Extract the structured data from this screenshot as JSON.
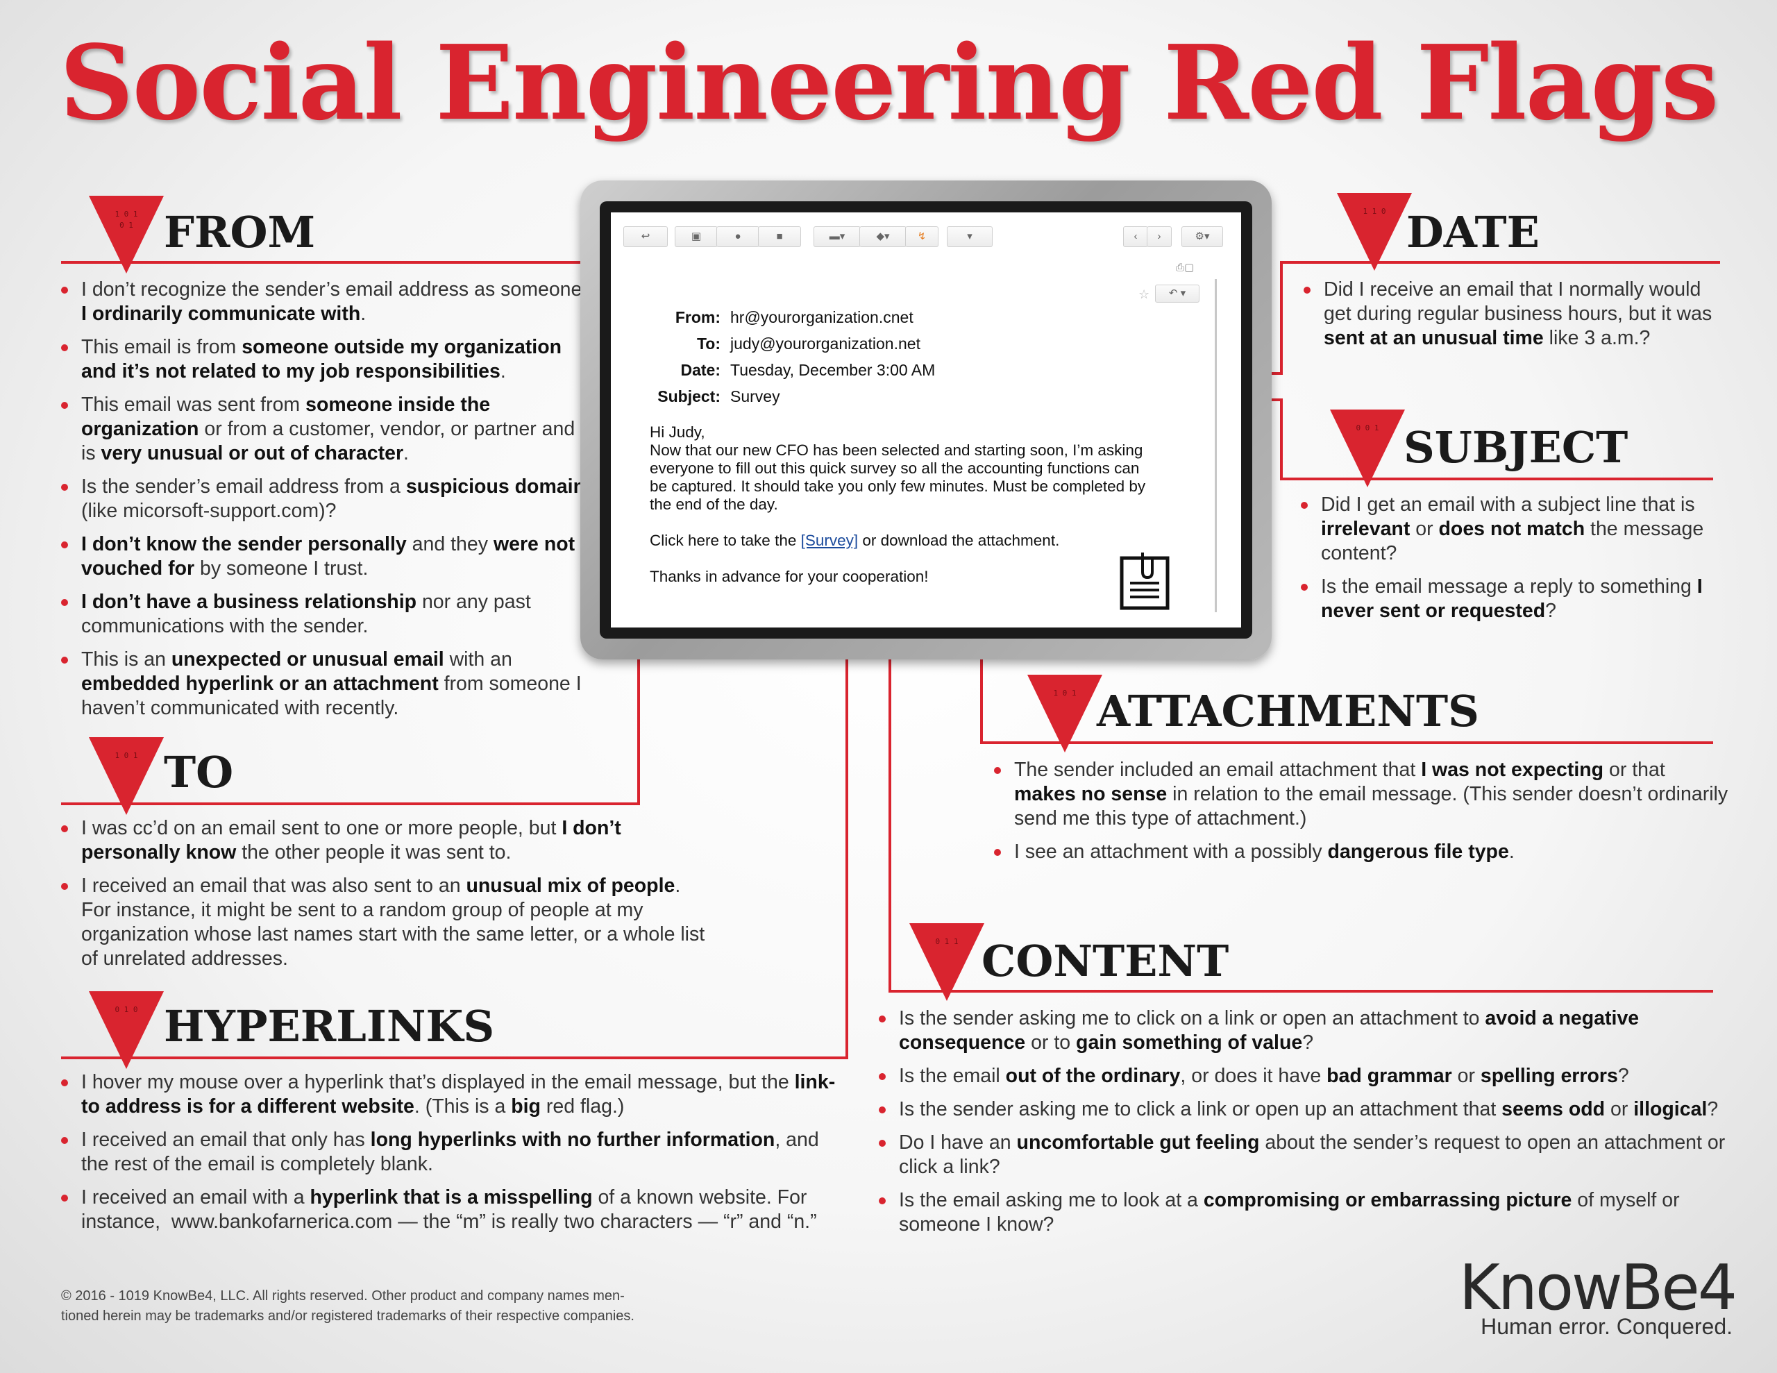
{
  "title": "Social Engineering Red Flags",
  "colors": {
    "accent": "#d9242f",
    "heading": "#1a1a1a"
  },
  "email": {
    "from_label": "From:",
    "from_value": "hr@yourorganization.cnet",
    "to_label": "To:",
    "to_value": "judy@yourorganization.net",
    "date_label": "Date:",
    "date_value": "Tuesday, December 3:00 AM",
    "subject_label": "Subject:",
    "subject_value": "Survey",
    "greeting": "Hi Judy,",
    "body_lines": [
      "Now that our new CFO has been selected and starting soon, I’m asking",
      "everyone to fill out this quick survey so all the accounting functions can",
      "be captured. It should take you only few minutes. Must be completed by",
      "the end of the day."
    ],
    "click_pre": "Click here to take the ",
    "link_text": "[Survey]",
    "click_post": " or download the attachment.",
    "thanks": "Thanks in advance for your cooperation!",
    "attachment_icon": "document-clip-icon",
    "toolbar_icons": [
      "back-icon",
      "archive-icon",
      "spam-icon",
      "trash-icon",
      "folder-icon",
      "label-icon",
      "more-icon",
      "dropdown-icon",
      "prev-icon",
      "next-icon",
      "gear-icon",
      "print-icon",
      "star-icon",
      "reply-icon"
    ]
  },
  "sections": {
    "from": {
      "title": "FROM",
      "items": [
        "I don’t recognize the sender’s email address as someone <b>I ordinarily communicate with</b>.",
        "This email is from <b>someone outside my organization and it’s not related to my job responsibilities</b>.",
        "This email was sent from <b>someone inside the organization</b> or from a customer, vendor, or partner and is <b>very unusual or out of character</b>.",
        "Is the sender’s email address from a <b>suspicious domain</b> (like micorsoft-support.com)?",
        "<b>I don’t know the sender personally</b> and they <b>were not vouched for</b> by someone I trust.",
        "<b>I don’t have a business relationship</b> nor any past communications with the sender.",
        "This is an <b>unexpected or unusual email</b> with an <b>embedded hyperlink or an attachment</b> from someone I haven’t communicated with recently."
      ]
    },
    "to": {
      "title": "TO",
      "items": [
        "I was cc’d on an email sent to one or more people, but <b>I don’t personally know</b> the other people it was sent to.",
        "I received an email that was also sent to an <b>unusual mix of people</b>. For instance, it might be sent to a random group of people at my organization whose last names start with the same letter, or a whole list of unrelated addresses."
      ]
    },
    "hyperlinks": {
      "title": "HYPERLINKS",
      "items": [
        "I hover my mouse over a hyperlink that’s displayed in the email message, but the <b>link-to address is for a different website</b>. (This is a <b>big</b> red flag.)",
        "I received an email that only has <b>long hyperlinks with no further information</b>, and the rest of the email is completely blank.",
        "I received an email with a <b>hyperlink that is a misspelling</b> of a known website. For instance,&nbsp; www.bankofarnerica.com — the “m” is really two characters — “r” and “n.”"
      ]
    },
    "date": {
      "title": "DATE",
      "items": [
        "Did I receive an email that I normally would get during regular business hours, but it was <b>sent at an unusual time</b> like 3 a.m.?"
      ]
    },
    "subject": {
      "title": "SUBJECT",
      "items": [
        "Did I get an email with a subject line that is <b>irrelevant</b> or <b>does not match</b> the message content?",
        "Is the email message a reply to something <b>I never sent or requested</b>?"
      ]
    },
    "attachments": {
      "title": "ATTACHMENTS",
      "items": [
        "The sender included an email attachment that <b>I was not expecting</b> or that <b>makes no sense</b> in relation to the email message. (This sender doesn’t ordinarily send me this type of attachment.)",
        "I see an attachment with a possibly <b>dangerous file type</b>."
      ]
    },
    "content": {
      "title": "CONTENT",
      "items": [
        "Is the sender asking me to click on a link or open an attachment to <b>avoid a negative consequence</b> or to <b>gain something of value</b>?",
        "Is the email <b>out of the ordinary</b>, or does it have <b>bad grammar</b> or <b>spelling errors</b>?",
        "Is the sender asking me to click a link or open up an attachment that <b>seems odd</b> or <b>illogical</b>?",
        "Do I have an <b>uncomfortable gut feeling</b> about the sender’s request to open an attachment or click a link?",
        "Is the email asking me to look at a <b>compromising or embarrassing picture</b> of myself or someone I know?"
      ]
    }
  },
  "footer": {
    "copyright_line1": "© 2016 - 1019 KnowBe4, LLC.  All rights reserved.  Other product and company names men-",
    "copyright_line2": "tioned herein may be trademarks and/or registered trademarks of their respective companies."
  },
  "logo": {
    "name": "KnowBe4",
    "tagline": "Human error. Conquered."
  }
}
